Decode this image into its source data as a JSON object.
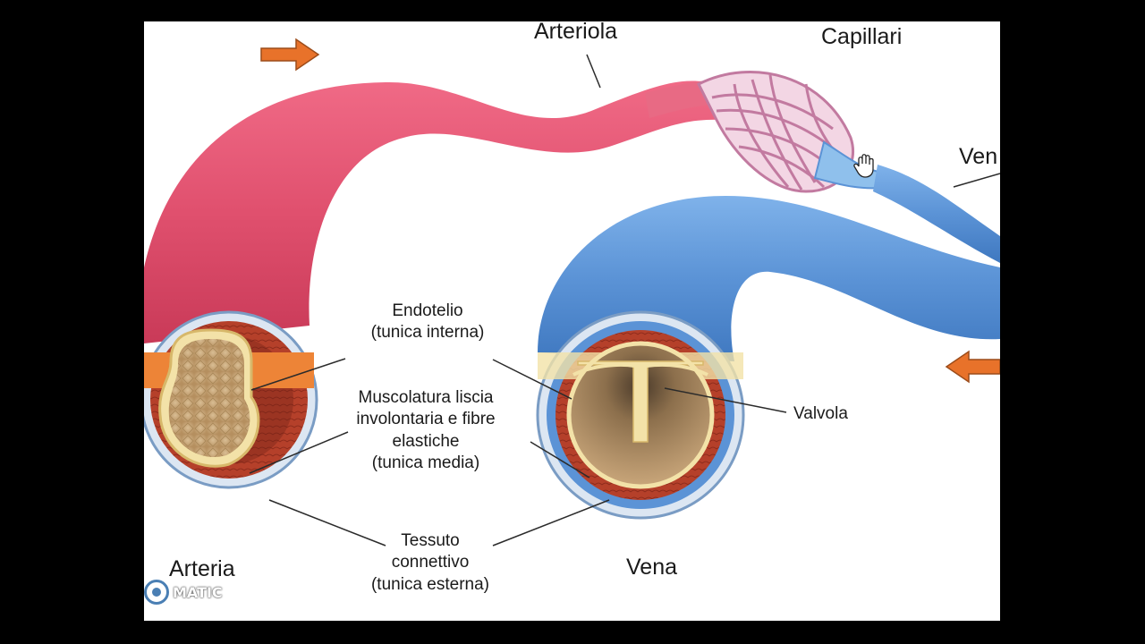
{
  "labels": {
    "arteriola": "Arteriola",
    "capillari": "Capillari",
    "vena_top": "Ven",
    "endotelio": [
      "Endotelio",
      "(tunica interna)"
    ],
    "muscolatura": [
      "Muscolatura liscia",
      "involontaria e fibre",
      "elastiche",
      "(tunica media)"
    ],
    "tessuto": [
      "Tessuto",
      "connettivo",
      "(tunica esterna)"
    ],
    "valvola": "Valvola",
    "arteria": "Arteria",
    "vena": "Vena"
  },
  "watermark": {
    "text": "MATIC"
  },
  "colors": {
    "artery": "#e0506e",
    "vein": "#5b93d6",
    "arrow": "#e8722a",
    "media_red": "#b5402a",
    "lumen": "#c9a67a",
    "capillary": "#c27aa0"
  },
  "icons": [
    "hand-cursor-icon",
    "flow-arrow-right-icon",
    "flow-arrow-left-icon"
  ]
}
